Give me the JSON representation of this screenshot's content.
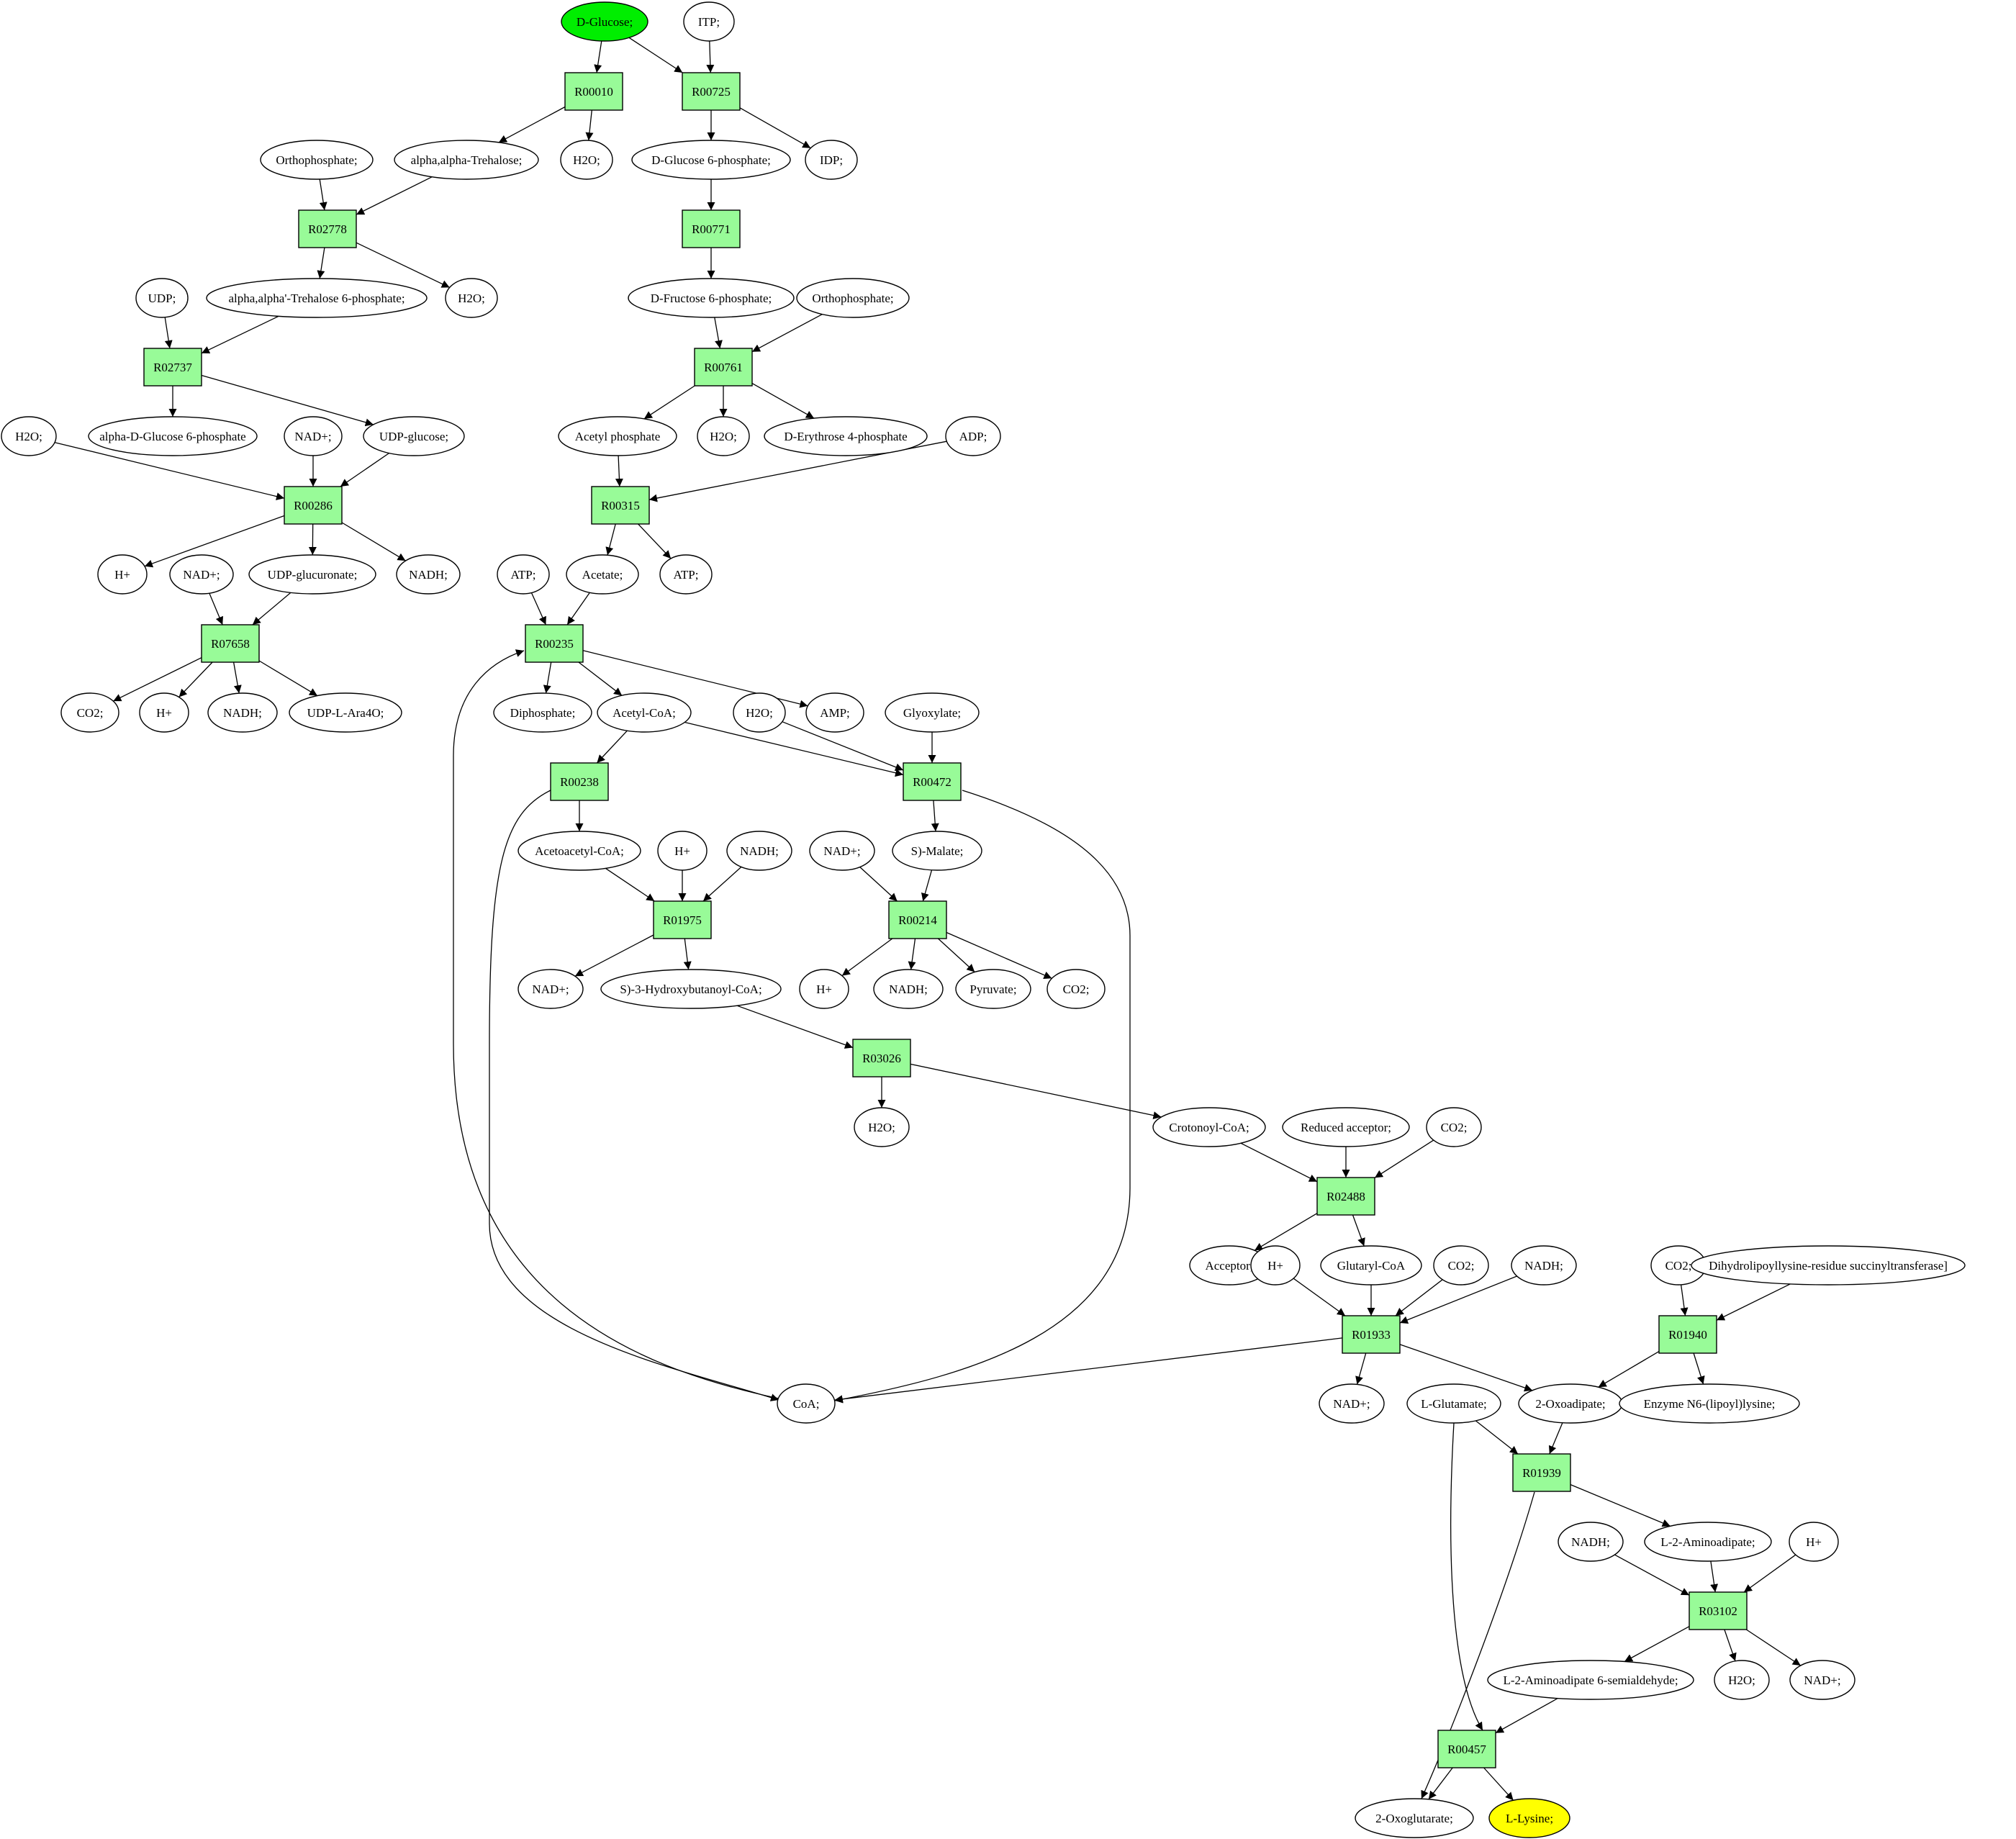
{
  "colors": {
    "start": "#00ee00",
    "target": "#ffff00",
    "reaction": "#98fb98",
    "metabolite": "#ffffff"
  },
  "nodes": {
    "glc": {
      "label": "D-Glucose;",
      "role": "start"
    },
    "itp": {
      "label": "ITP;"
    },
    "r00010": {
      "label": "R00010",
      "type": "reaction"
    },
    "r00725": {
      "label": "R00725",
      "type": "reaction"
    },
    "orthoA": {
      "label": "Orthophosphate;"
    },
    "treh": {
      "label": "alpha,alpha-Trehalose;"
    },
    "h2oA": {
      "label": "H2O;"
    },
    "g6p": {
      "label": "D-Glucose 6-phosphate;"
    },
    "idp": {
      "label": "IDP;"
    },
    "r02778": {
      "label": "R02778",
      "type": "reaction"
    },
    "r00771": {
      "label": "R00771",
      "type": "reaction"
    },
    "udpA": {
      "label": "UDP;"
    },
    "t6p": {
      "label": "alpha,alpha'-Trehalose 6-phosphate;"
    },
    "h2oB": {
      "label": "H2O;"
    },
    "f6p": {
      "label": "D-Fructose 6-phosphate;"
    },
    "orthoB": {
      "label": "Orthophosphate;"
    },
    "r02737": {
      "label": "R02737",
      "type": "reaction"
    },
    "r00761": {
      "label": "R00761",
      "type": "reaction"
    },
    "h2oC": {
      "label": "H2O;"
    },
    "ag6p": {
      "label": "alpha-D-Glucose 6-phosphate"
    },
    "nadA": {
      "label": "NAD+;"
    },
    "udpg": {
      "label": "UDP-glucose;"
    },
    "acp": {
      "label": "Acetyl phosphate"
    },
    "h2oD": {
      "label": "H2O;"
    },
    "e4p": {
      "label": "D-Erythrose 4-phosphate"
    },
    "adp": {
      "label": "ADP;"
    },
    "r00286": {
      "label": "R00286",
      "type": "reaction"
    },
    "r00315": {
      "label": "R00315",
      "type": "reaction"
    },
    "hA": {
      "label": "H+"
    },
    "nadB": {
      "label": "NAD+;"
    },
    "udpgl": {
      "label": "UDP-glucuronate;"
    },
    "nadhA": {
      "label": "NADH;"
    },
    "atpA": {
      "label": "ATP;"
    },
    "acetate": {
      "label": "Acetate;"
    },
    "atpB": {
      "label": "ATP;"
    },
    "r07658": {
      "label": "R07658",
      "type": "reaction"
    },
    "r00235": {
      "label": "R00235",
      "type": "reaction"
    },
    "co2A": {
      "label": "CO2;"
    },
    "hB": {
      "label": "H+"
    },
    "nadhB": {
      "label": "NADH;"
    },
    "udpara": {
      "label": "UDP-L-Ara4O;"
    },
    "dip": {
      "label": "Diphosphate;"
    },
    "accoa": {
      "label": "Acetyl-CoA;"
    },
    "h2oE": {
      "label": "H2O;"
    },
    "amp": {
      "label": "AMP;"
    },
    "glyox": {
      "label": "Glyoxylate;"
    },
    "r00238": {
      "label": "R00238",
      "type": "reaction"
    },
    "r00472": {
      "label": "R00472",
      "type": "reaction"
    },
    "acacoa": {
      "label": "Acetoacetyl-CoA;"
    },
    "hC": {
      "label": "H+"
    },
    "nadhC": {
      "label": "NADH;"
    },
    "nadC": {
      "label": "NAD+;"
    },
    "malate": {
      "label": "S)-Malate;"
    },
    "r01975": {
      "label": "R01975",
      "type": "reaction"
    },
    "r00214": {
      "label": "R00214",
      "type": "reaction"
    },
    "nadD": {
      "label": "NAD+;"
    },
    "hbcoa": {
      "label": "S)-3-Hydroxybutanoyl-CoA;"
    },
    "hD": {
      "label": "H+"
    },
    "nadhD": {
      "label": "NADH;"
    },
    "pyr": {
      "label": "Pyruvate;"
    },
    "co2B": {
      "label": "CO2;"
    },
    "r03026": {
      "label": "R03026",
      "type": "reaction"
    },
    "h2oF": {
      "label": "H2O;"
    },
    "crot": {
      "label": "Crotonoyl-CoA;"
    },
    "redacc": {
      "label": "Reduced acceptor;"
    },
    "co2C": {
      "label": "CO2;"
    },
    "r02488": {
      "label": "R02488",
      "type": "reaction"
    },
    "acc": {
      "label": "Acceptor;"
    },
    "hE": {
      "label": "H+"
    },
    "glut": {
      "label": "Glutaryl-CoA"
    },
    "co2D": {
      "label": "CO2;"
    },
    "nadhE": {
      "label": "NADH;"
    },
    "co2E": {
      "label": "CO2;"
    },
    "dlst": {
      "label": "Dihydrolipoyllysine-residue succinyltransferase]"
    },
    "r01933": {
      "label": "R01933",
      "type": "reaction"
    },
    "r01940": {
      "label": "R01940",
      "type": "reaction"
    },
    "coa": {
      "label": "CoA;"
    },
    "nadE": {
      "label": "NAD+;"
    },
    "lglu": {
      "label": "L-Glutamate;"
    },
    "oxoad": {
      "label": "2-Oxoadipate;"
    },
    "lipoyl": {
      "label": "Enzyme N6-(lipoyl)lysine;"
    },
    "r01939": {
      "label": "R01939",
      "type": "reaction"
    },
    "nadhF": {
      "label": "NADH;"
    },
    "l2a": {
      "label": "L-2-Aminoadipate;"
    },
    "hF": {
      "label": "H+"
    },
    "r03102": {
      "label": "R03102",
      "type": "reaction"
    },
    "l2as": {
      "label": "L-2-Aminoadipate 6-semialdehyde;"
    },
    "h2oG": {
      "label": "H2O;"
    },
    "nadF": {
      "label": "NAD+;"
    },
    "r00457": {
      "label": "R00457",
      "type": "reaction"
    },
    "oxoglut": {
      "label": "2-Oxoglutarate;"
    },
    "lys": {
      "label": "L-Lysine;",
      "role": "target"
    }
  }
}
